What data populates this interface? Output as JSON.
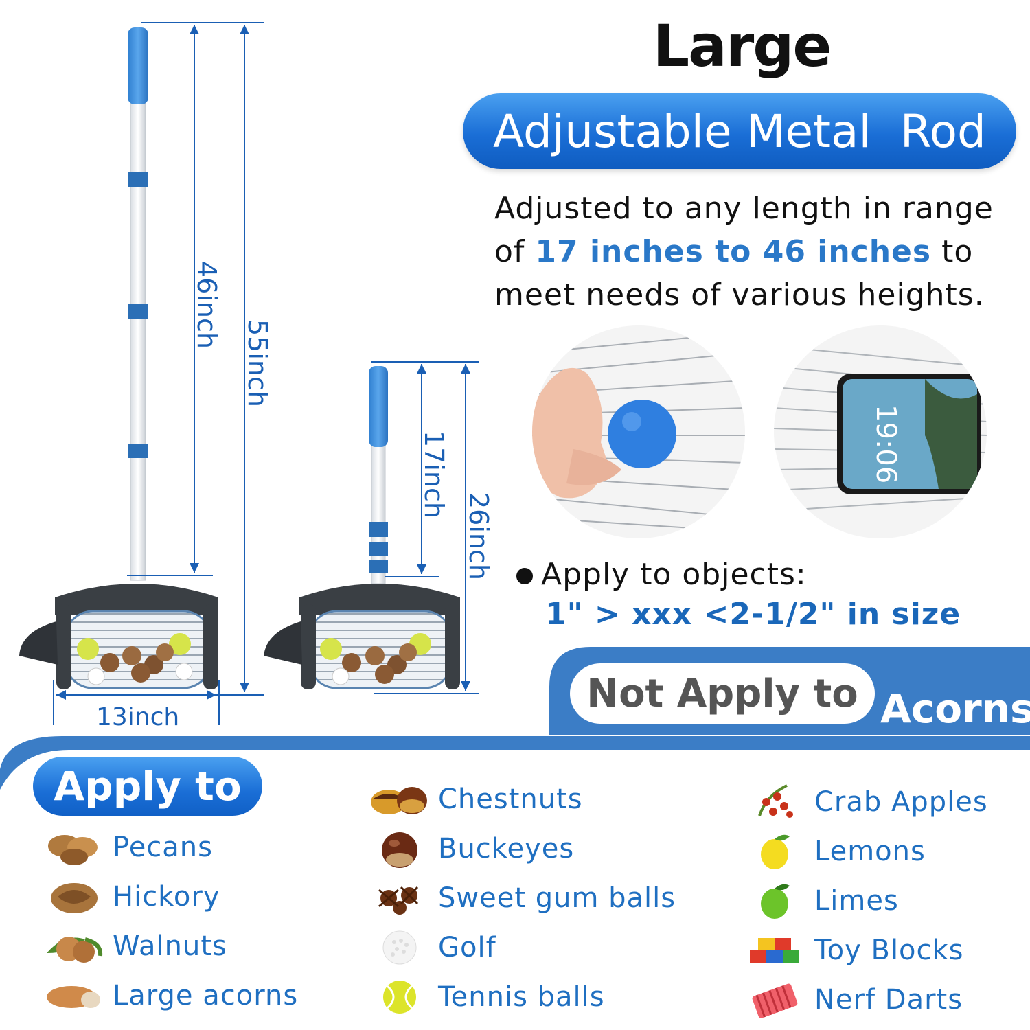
{
  "header": {
    "size_title": "Large",
    "feature_title": "Adjustable Metal  Rod"
  },
  "description": {
    "line1": "Adjusted to any length in range",
    "line2_prefix": "of ",
    "line2_highlight": "17 inches to 46 inches",
    "line2_suffix": " to",
    "line3": "meet needs of various heights."
  },
  "dimensions": {
    "tall_rod": "46inch",
    "tall_total": "55inch",
    "short_rod": "17inch",
    "short_total": "26inch",
    "width": "13inch"
  },
  "phone": {
    "time": "19:06"
  },
  "objects": {
    "label": "Apply to objects:",
    "size_range": "1\" > xxx <2-1/2\" in size"
  },
  "not_apply": {
    "label": "Not Apply to",
    "item": "Acorns"
  },
  "apply": {
    "title": "Apply to",
    "col1": [
      {
        "label": "Pecans",
        "icon": "pecan-icon"
      },
      {
        "label": "Hickory",
        "icon": "hickory-icon"
      },
      {
        "label": "Walnuts",
        "icon": "walnut-icon"
      },
      {
        "label": "Large acorns",
        "icon": "acorn-icon"
      }
    ],
    "col2": [
      {
        "label": "Chestnuts",
        "icon": "chestnut-icon"
      },
      {
        "label": "Buckeyes",
        "icon": "buckeye-icon"
      },
      {
        "label": "Sweet gum balls",
        "icon": "sweet-gum-icon"
      },
      {
        "label": "Golf",
        "icon": "golf-ball-icon"
      },
      {
        "label": "Tennis balls",
        "icon": "tennis-ball-icon"
      }
    ],
    "col3": [
      {
        "label": "Crab Apples",
        "icon": "crab-apple-icon"
      },
      {
        "label": "Lemons",
        "icon": "lemon-icon"
      },
      {
        "label": "Limes",
        "icon": "lime-icon"
      },
      {
        "label": "Toy Blocks",
        "icon": "toy-blocks-icon"
      },
      {
        "label": "Nerf Darts",
        "icon": "nerf-darts-icon"
      }
    ]
  },
  "colors": {
    "accent_blue": "#1a6ed6",
    "band_blue": "#3b7dc6",
    "label_blue": "#1f6fc1",
    "dimension_blue": "#1a5fb4"
  }
}
